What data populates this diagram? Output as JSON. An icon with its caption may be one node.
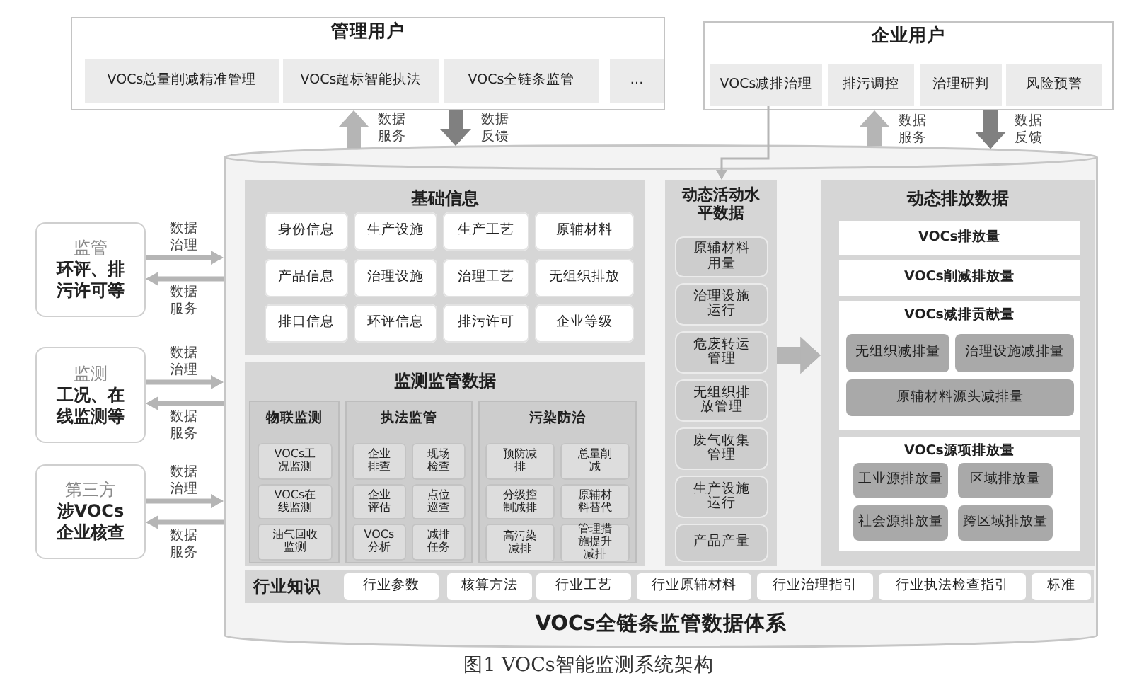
{
  "diagram": {
    "caption": "图1 VOCs智能监测系统架构",
    "nodes": [
      {
        "text": [
          "管理用户"
        ]
      },
      {
        "text": [
          "VOCs总量削减精准管理"
        ],
        "in": 0
      },
      {
        "text": [
          "VOCs超标智能执法"
        ],
        "in": 0
      },
      {
        "text": [
          "VOCs全链条监管"
        ],
        "in": 0
      },
      {
        "text": [
          "…"
        ],
        "in": 0
      },
      {
        "text": [
          "企业用户"
        ]
      },
      {
        "text": [
          "VOCs减排治理"
        ],
        "in": 5
      },
      {
        "text": [
          "排污调控"
        ],
        "in": 5
      },
      {
        "text": [
          "治理研判"
        ],
        "in": 5
      },
      {
        "text": [
          "风险预警"
        ],
        "in": 5
      },
      {
        "text": [
          "监管",
          "环评、排污许可等"
        ]
      },
      {
        "text": [
          "监测",
          "工况、在线监测等"
        ]
      },
      {
        "text": [
          "第三方",
          "涉VOCs企业核查"
        ]
      },
      {
        "text": [
          "VOCs全链条监管数据体系"
        ]
      },
      {
        "text": [
          "基础信息"
        ],
        "in": 13
      },
      {
        "text": [
          "身份信息"
        ],
        "in": 14
      },
      {
        "text": [
          "生产设施"
        ],
        "in": 14
      },
      {
        "text": [
          "生产工艺"
        ],
        "in": 14
      },
      {
        "text": [
          "原辅材料"
        ],
        "in": 14
      },
      {
        "text": [
          "产品信息"
        ],
        "in": 14
      },
      {
        "text": [
          "治理设施"
        ],
        "in": 14
      },
      {
        "text": [
          "治理工艺"
        ],
        "in": 14
      },
      {
        "text": [
          "无组织排放"
        ],
        "in": 14
      },
      {
        "text": [
          "排口信息"
        ],
        "in": 14
      },
      {
        "text": [
          "环评信息"
        ],
        "in": 14
      },
      {
        "text": [
          "排污许可"
        ],
        "in": 14
      },
      {
        "text": [
          "企业等级"
        ],
        "in": 14
      },
      {
        "text": [
          "监测监管数据"
        ],
        "in": 13
      },
      {
        "text": [
          "物联监测"
        ],
        "in": 27
      },
      {
        "text": [
          "VOCs工况监测"
        ],
        "in": 28
      },
      {
        "text": [
          "VOCs在线监测"
        ],
        "in": 28
      },
      {
        "text": [
          "油气回收监测"
        ],
        "in": 28
      },
      {
        "text": [
          "执法监管"
        ],
        "in": 27
      },
      {
        "text": [
          "企业排查"
        ],
        "in": 32
      },
      {
        "text": [
          "现场检查"
        ],
        "in": 32
      },
      {
        "text": [
          "企业评估"
        ],
        "in": 32
      },
      {
        "text": [
          "点位巡查"
        ],
        "in": 32
      },
      {
        "text": [
          "VOCs分析"
        ],
        "in": 32
      },
      {
        "text": [
          "减排任务"
        ],
        "in": 32
      },
      {
        "text": [
          "污染防治"
        ],
        "in": 27
      },
      {
        "text": [
          "预防减排"
        ],
        "in": 39
      },
      {
        "text": [
          "总量削减"
        ],
        "in": 39
      },
      {
        "text": [
          "分级控制减排"
        ],
        "in": 39
      },
      {
        "text": [
          "原辅材料替代"
        ],
        "in": 39
      },
      {
        "text": [
          "高污染减排"
        ],
        "in": 39
      },
      {
        "text": [
          "管理措施提升减排"
        ],
        "in": 39
      },
      {
        "text": [
          "动态活动水平数据"
        ],
        "in": 13
      },
      {
        "text": [
          "原辅材料用量"
        ],
        "in": 46
      },
      {
        "text": [
          "治理设施运行"
        ],
        "in": 46
      },
      {
        "text": [
          "危废转运管理"
        ],
        "in": 46
      },
      {
        "text": [
          "无组织排放管理"
        ],
        "in": 46
      },
      {
        "text": [
          "废气收集管理"
        ],
        "in": 46
      },
      {
        "text": [
          "生产设施运行"
        ],
        "in": 46
      },
      {
        "text": [
          "产品产量"
        ],
        "in": 46
      },
      {
        "text": [
          "动态排放数据"
        ],
        "in": 13
      },
      {
        "text": [
          "VOCs排放量"
        ],
        "in": 54
      },
      {
        "text": [
          "VOCs削减排放量"
        ],
        "in": 54
      },
      {
        "text": [
          "VOCs减排贡献量"
        ],
        "in": 54
      },
      {
        "text": [
          "无组织减排量"
        ],
        "in": 57
      },
      {
        "text": [
          "治理设施减排量"
        ],
        "in": 57
      },
      {
        "text": [
          "原辅材料源头减排量"
        ],
        "in": 57
      },
      {
        "text": [
          "VOCs源项排放量"
        ],
        "in": 54
      },
      {
        "text": [
          "工业源排放量"
        ],
        "in": 61
      },
      {
        "text": [
          "区域排放量"
        ],
        "in": 61
      },
      {
        "text": [
          "社会源排放量"
        ],
        "in": 61
      },
      {
        "text": [
          "跨区域排放量"
        ],
        "in": 61
      },
      {
        "text": [
          "行业知识"
        ],
        "in": 13
      },
      {
        "text": [
          "行业参数"
        ],
        "in": 66
      },
      {
        "text": [
          "核算方法"
        ],
        "in": 66
      },
      {
        "text": [
          "行业工艺"
        ],
        "in": 66
      },
      {
        "text": [
          "行业原辅材料"
        ],
        "in": 66
      },
      {
        "text": [
          "行业治理指引"
        ],
        "in": 66
      },
      {
        "text": [
          "行业执法检查指引"
        ],
        "in": 66
      },
      {
        "text": [
          "标准"
        ],
        "in": 66
      }
    ],
    "edges": [
      {
        "from": 13,
        "to": 0,
        "arrow": "to",
        "label": "数据服务",
        "style": "thick"
      },
      {
        "from": 0,
        "to": 13,
        "arrow": "to",
        "label": "数据反馈",
        "style": "thick",
        "color": "#808080"
      },
      {
        "from": 13,
        "to": 5,
        "arrow": "to",
        "label": "数据服务",
        "style": "thick"
      },
      {
        "from": 5,
        "to": 13,
        "arrow": "to",
        "label": "数据反馈",
        "style": "thick",
        "color": "#808080"
      },
      {
        "from": 6,
        "to": 46,
        "arrow": "to"
      },
      {
        "from": 10,
        "to": 13,
        "arrow": "to",
        "label": "数据治理"
      },
      {
        "from": 13,
        "to": 10,
        "arrow": "to",
        "label": "数据服务"
      },
      {
        "from": 11,
        "to": 13,
        "arrow": "to",
        "label": "数据治理"
      },
      {
        "from": 13,
        "to": 11,
        "arrow": "to",
        "label": "数据服务"
      },
      {
        "from": 12,
        "to": 13,
        "arrow": "to",
        "label": "数据治理"
      },
      {
        "from": 13,
        "to": 12,
        "arrow": "to",
        "label": "数据服务"
      },
      {
        "from": 46,
        "to": 54,
        "arrow": "to",
        "style": "thick"
      }
    ]
  }
}
